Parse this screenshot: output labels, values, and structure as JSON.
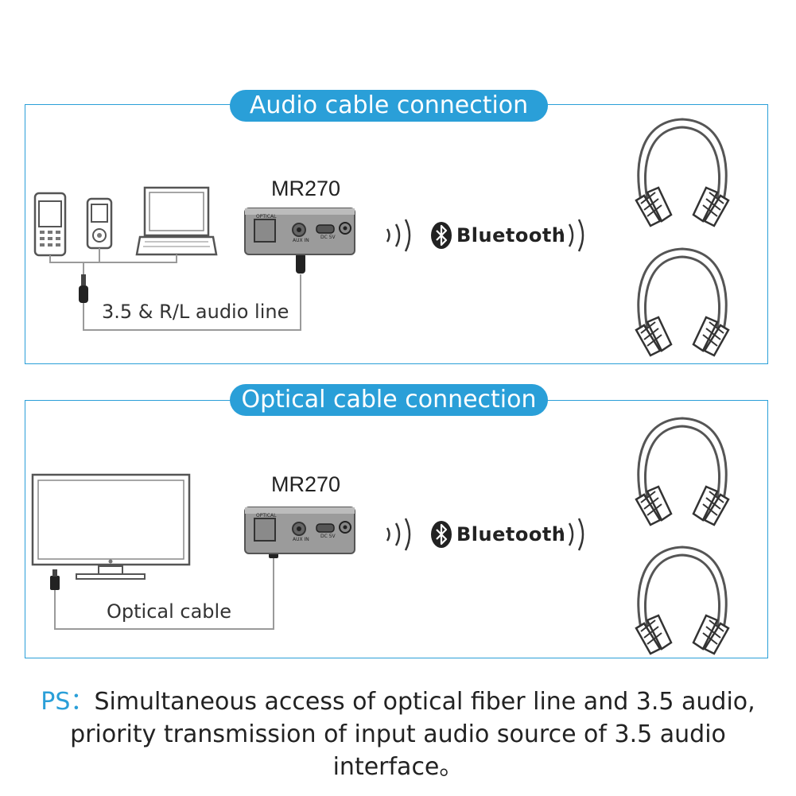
{
  "sections": [
    {
      "title": "Audio cable connection",
      "device_model": "MR270",
      "cable_label": "3.5 & R/L audio line",
      "wireless_label": "Bluetooth",
      "device_ports": {
        "optical": "OPTICAL",
        "aux": "AUX IN",
        "dc": "DC 5V"
      }
    },
    {
      "title": "Optical cable connection",
      "device_model": "MR270",
      "cable_label": "Optical cable",
      "wireless_label": "Bluetooth",
      "device_ports": {
        "optical": "OPTICAL",
        "aux": "AUX IN",
        "dc": "DC 5V"
      }
    }
  ],
  "note": {
    "prefix": "PS：",
    "line1": "Simultaneous access of optical fiber line and 3.5 audio,",
    "line2": "priority transmission of input audio source of 3.5 audio",
    "line3": "interface。"
  },
  "colors": {
    "accent": "#2a9fd8",
    "line": "#9a9a9a",
    "device": "#9b9b9b"
  },
  "icons": [
    "phone-icon",
    "mp3-player-icon",
    "laptop-icon",
    "tv-icon",
    "transmitter-icon",
    "bluetooth-icon",
    "headphones-icon",
    "audio-plug-icon",
    "optical-plug-icon"
  ]
}
